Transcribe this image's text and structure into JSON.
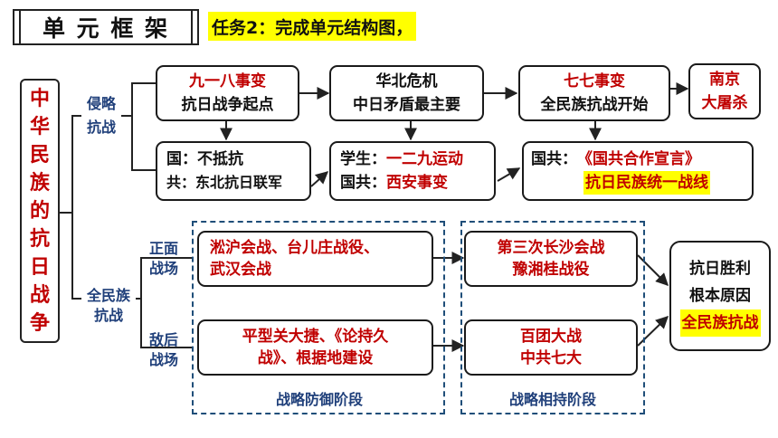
{
  "header": {
    "title": "单 元 框 架",
    "task": "任务2：完成单元结构图，"
  },
  "root": {
    "chars": [
      "中",
      "华",
      "民",
      "族",
      "的",
      "抗",
      "日",
      "战",
      "争"
    ]
  },
  "branches": {
    "qinlue": "侵略\n抗战",
    "quanminzu": "全民族\n抗战",
    "zhengmian": "正面\n战场",
    "dihou": "敌后\n战场"
  },
  "top_row": {
    "b1": {
      "line1": "九一八事变",
      "line2": "抗日战争起点"
    },
    "b2": {
      "line1": "华北危机",
      "line2": "中日矛盾最主要"
    },
    "b3": {
      "line1": "七七事变",
      "line2": "全民族抗战开始"
    },
    "b4": {
      "line1": "南京",
      "line2": "大屠杀"
    }
  },
  "second_row": {
    "c1": {
      "p1": "国：",
      "v1": "不抵抗",
      "p2": "共：",
      "v2": "东北抗日联军"
    },
    "c2": {
      "p1": "学生：",
      "v1": "一二九运动",
      "p2": "国共：",
      "v2": "西安事变"
    },
    "c3": {
      "p1": "国共：",
      "v1": "《国共合作宣言》",
      "v2": "抗日民族统一战线"
    }
  },
  "battles": {
    "front_defense": "淞沪会战、台儿庄战役、\n武汉会战",
    "front_stalemate": "第三次长沙会战\n豫湘桂战役",
    "rear_defense": "平型关大捷、《论持久\n战》、根据地建设",
    "rear_stalemate": "百团大战\n中共七大"
  },
  "stages": {
    "defense": "战略防御阶段",
    "stalemate": "战略相持阶段"
  },
  "result": {
    "line1": "抗日胜利",
    "line2": "根本原因",
    "highlight": "全民族抗战"
  },
  "colors": {
    "red": "#c00000",
    "blue": "#1f3f7a",
    "highlight": "#ffff00",
    "dash": "#1f4e79"
  }
}
